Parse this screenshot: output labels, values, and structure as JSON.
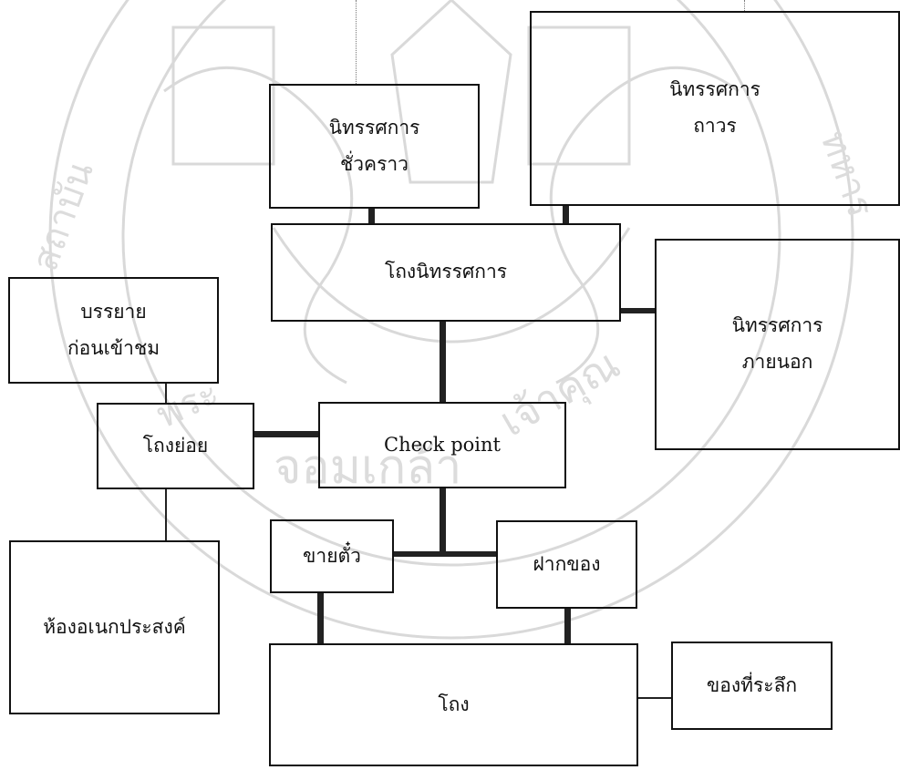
{
  "nodes": {
    "temp_exhibit": {
      "line1": "นิทรรศการ",
      "line2": "ชั่วคราว"
    },
    "perm_exhibit": {
      "line1": "นิทรรศการ",
      "line2": "ถาวร"
    },
    "exhibit_hall": {
      "label": "โถงนิทรรศการ"
    },
    "outdoor_exhibit": {
      "line1": "นิทรรศการ",
      "line2": "ภายนอก"
    },
    "briefing": {
      "line1": "บรรยาย",
      "line2": "ก่อนเข้าชม"
    },
    "sub_hall": {
      "label": "โถงย่อย"
    },
    "check_point": {
      "label": "Check point"
    },
    "multipurpose": {
      "label": "ห้องอเนกประสงค์"
    },
    "ticket": {
      "label": "ขายตั๋ว"
    },
    "cloakroom": {
      "label": "ฝากของ"
    },
    "main_hall": {
      "label": "โถง"
    },
    "souvenir": {
      "label": "ของที่ระลึก"
    }
  },
  "watermark_text": "สถาบันเทคโนโลยีพระจอมเกล้าเจ้าคุณทหารลาดกระบัง",
  "colors": {
    "line": "#222222",
    "border": "#111111",
    "watermark": "#d8d8d8"
  }
}
